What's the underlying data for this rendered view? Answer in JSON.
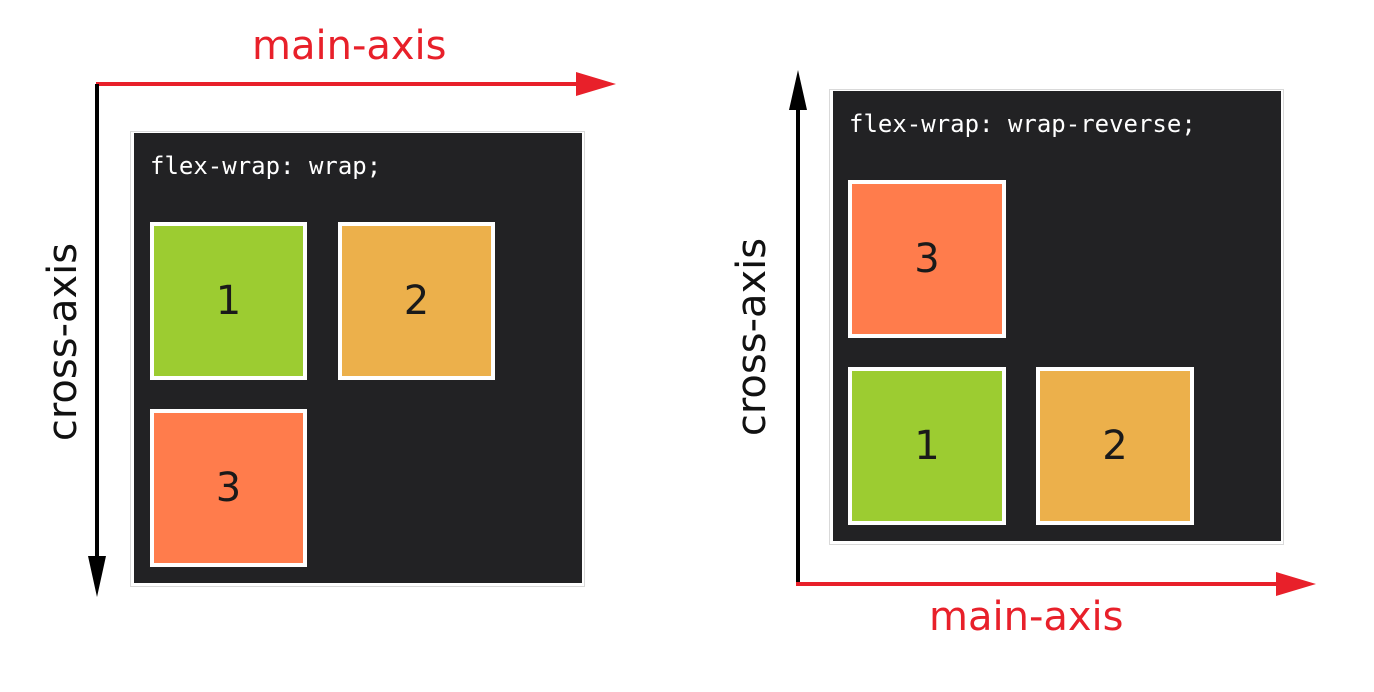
{
  "left_diagram": {
    "main_axis_label": "main-axis",
    "cross_axis_label": "cross-axis",
    "code": "flex-wrap: wrap;",
    "items": [
      {
        "label": "1",
        "color": "#9ccc31"
      },
      {
        "label": "2",
        "color": "#ecb04b"
      },
      {
        "label": "3",
        "color": "#ff7c4c"
      }
    ]
  },
  "right_diagram": {
    "main_axis_label": "main-axis",
    "cross_axis_label": "cross-axis",
    "code": "flex-wrap: wrap-reverse;",
    "items": [
      {
        "label": "3",
        "color": "#ff7c4c"
      },
      {
        "label": "1",
        "color": "#9ccc31"
      },
      {
        "label": "2",
        "color": "#ecb04b"
      }
    ]
  },
  "colors": {
    "main_axis": "#e8202a",
    "cross_axis": "#000000",
    "container_bg": "#222224"
  }
}
